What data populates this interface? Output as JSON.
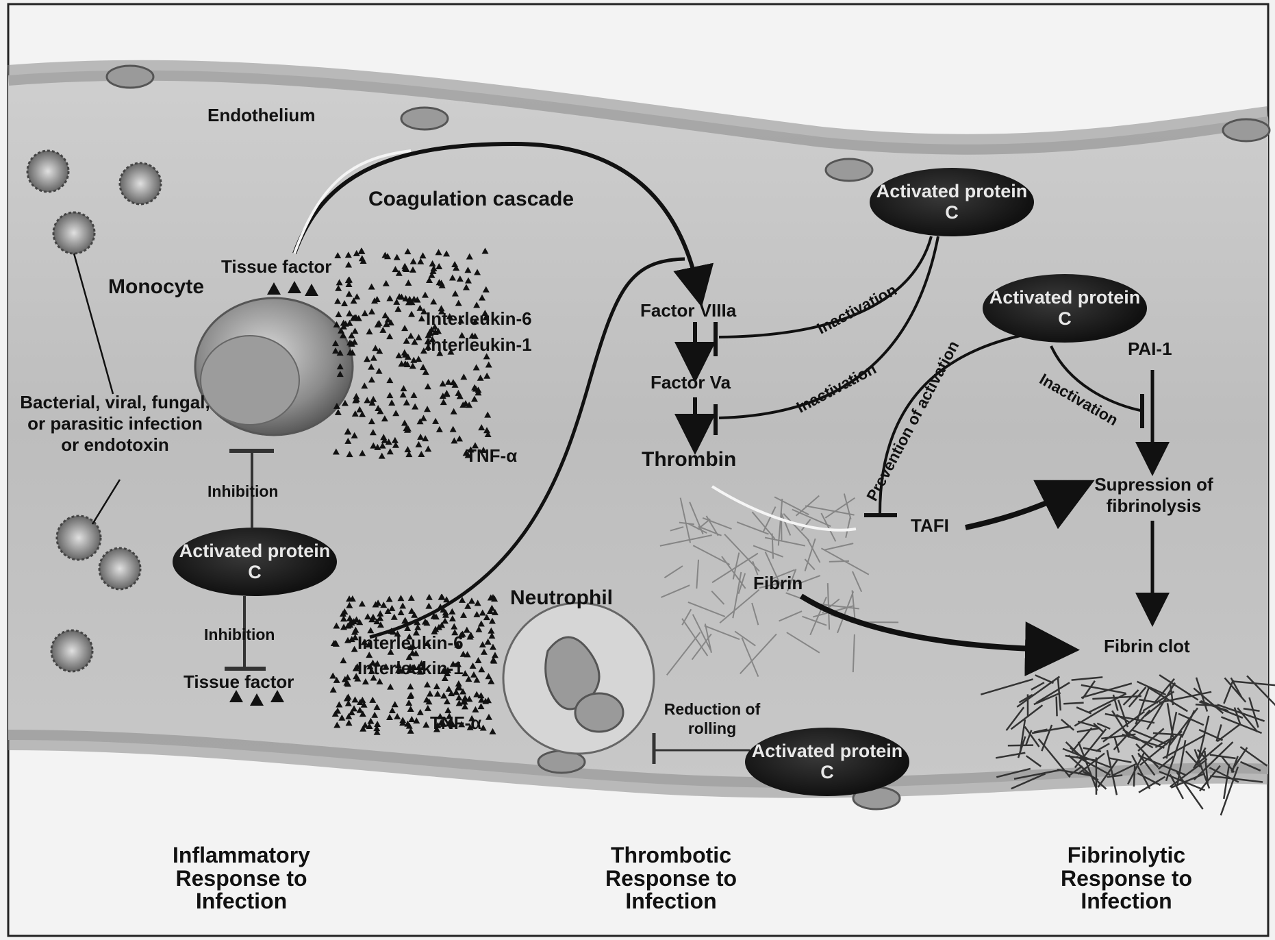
{
  "labels": {
    "endothelium": "Endothelium",
    "coagulation_cascade": "Coagulation cascade",
    "tissue_factor_top": "Tissue factor",
    "monocyte": "Monocyte",
    "interleukin6_top": "Interleukin-6",
    "interleukin1_top": "Interleukin-1",
    "tnf_top": "TNF-α",
    "infection": "Bacterial, viral, fungal, or parasitic infection or endotoxin",
    "inhibition_top": "Inhibition",
    "inhibition_bottom": "Inhibition",
    "tissue_factor_bottom": "Tissue factor",
    "neutrophil": "Neutrophil",
    "interleukin6_bottom": "Interleukin-6",
    "interleukin1_bottom": "Interleukin-1",
    "tnf_bottom": "TNF-α",
    "factor_viiia": "Factor VIIIa",
    "factor_va": "Factor Va",
    "thrombin": "Thrombin",
    "inactivation_1": "Inactivation",
    "inactivation_2": "Inactivation",
    "inactivation_3": "Inactivation",
    "prevention_of_activation": "Prevention of activation",
    "pai1": "PAI-1",
    "suppression": "Supression of fibrinolysis",
    "tafi": "TAFI",
    "fibrin": "Fibrin",
    "fibrin_clot": "Fibrin clot",
    "reduction_of_rolling": "Reduction of rolling",
    "apc": "Activated protein C"
  },
  "responses": {
    "inflammatory": "Inflammatory Response to Infection",
    "thrombotic": "Thrombotic Response to Infection",
    "fibrinolytic": "Fibrinolytic Response to Infection"
  }
}
